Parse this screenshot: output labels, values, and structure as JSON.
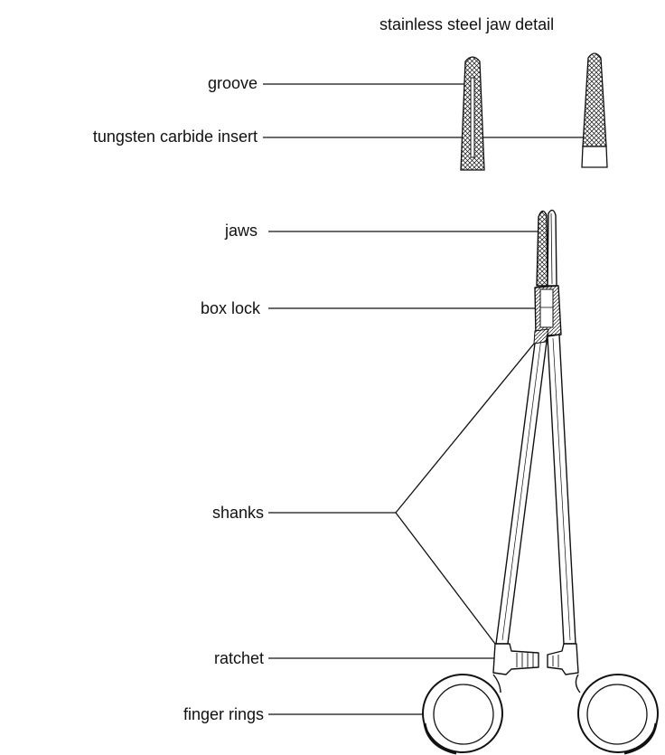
{
  "detail_title": "stainless steel jaw detail",
  "labels": {
    "groove": "groove",
    "insert": "tungsten carbide insert",
    "jaws": "jaws",
    "box_lock": "box lock",
    "shanks": "shanks",
    "ratchet": "ratchet",
    "finger_rings": "finger rings"
  },
  "colors": {
    "ink": "#111111",
    "background": "#ffffff"
  }
}
